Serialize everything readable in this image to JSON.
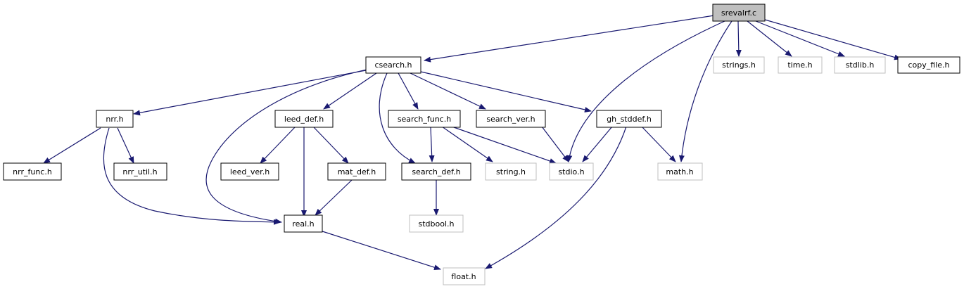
{
  "graph": {
    "nodes": {
      "srevalrf": {
        "label": "srevalrf.c",
        "kind": "root"
      },
      "csearch": {
        "label": "csearch.h",
        "kind": "local"
      },
      "strings": {
        "label": "strings.h",
        "kind": "system"
      },
      "time": {
        "label": "time.h",
        "kind": "system"
      },
      "stdlib": {
        "label": "stdlib.h",
        "kind": "system"
      },
      "copy_file": {
        "label": "copy_file.h",
        "kind": "local"
      },
      "nrr": {
        "label": "nrr.h",
        "kind": "local"
      },
      "leed_def": {
        "label": "leed_def.h",
        "kind": "local"
      },
      "search_func": {
        "label": "search_func.h",
        "kind": "local"
      },
      "search_ver": {
        "label": "search_ver.h",
        "kind": "local"
      },
      "gh_stddef": {
        "label": "gh_stddef.h",
        "kind": "local"
      },
      "nrr_func": {
        "label": "nrr_func.h",
        "kind": "local"
      },
      "nrr_util": {
        "label": "nrr_util.h",
        "kind": "local"
      },
      "leed_ver": {
        "label": "leed_ver.h",
        "kind": "local"
      },
      "mat_def": {
        "label": "mat_def.h",
        "kind": "local"
      },
      "search_def": {
        "label": "search_def.h",
        "kind": "local"
      },
      "string": {
        "label": "string.h",
        "kind": "system"
      },
      "stdio": {
        "label": "stdio.h",
        "kind": "system"
      },
      "math": {
        "label": "math.h",
        "kind": "system"
      },
      "real": {
        "label": "real.h",
        "kind": "local"
      },
      "stdbool": {
        "label": "stdbool.h",
        "kind": "system"
      },
      "float": {
        "label": "float.h",
        "kind": "system"
      }
    },
    "colors": {
      "root_fill": "#bfbfbf",
      "local_border": "#000000",
      "system_border": "#bfbfbf",
      "edge": "#191970"
    }
  }
}
